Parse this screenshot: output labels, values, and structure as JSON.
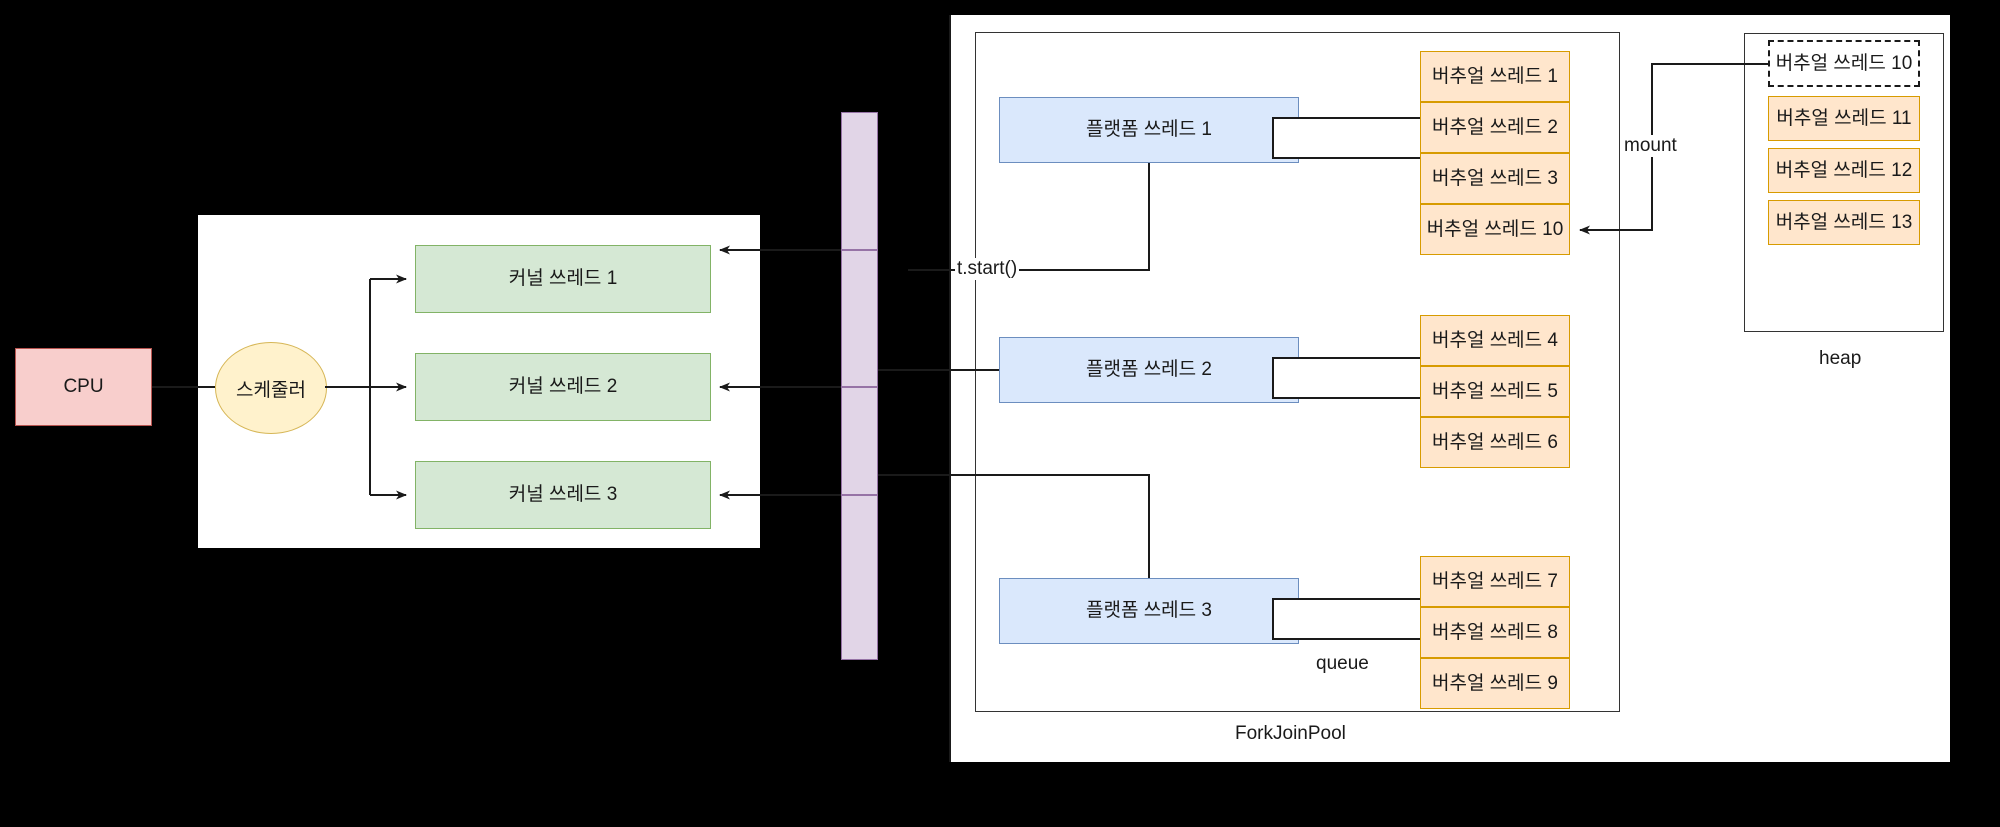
{
  "diagram": {
    "title": "Java Virtual Threads / ForkJoinPool scheduling diagram",
    "colors": {
      "cpu_fill": "#f8cecc",
      "cpu_stroke": "#b85450",
      "kernel_fill": "#d5e8d4",
      "kernel_stroke": "#82b366",
      "scheduler_fill": "#fff2cc",
      "scheduler_stroke": "#d6b656",
      "platform_fill": "#dae8fc",
      "platform_stroke": "#6c8ebf",
      "virtual_fill": "#ffe6cc",
      "virtual_stroke": "#d79b00",
      "bar_fill": "#e1d5e7",
      "bar_stroke": "#9673a6",
      "line": "#1a1a1a",
      "panel": "#ffffff",
      "background": "#000000"
    }
  },
  "cpu": {
    "label": "CPU"
  },
  "os_panel": {
    "scheduler": {
      "label": "스케줄러"
    },
    "kernel_threads": [
      {
        "label": "커널 쓰레드 1"
      },
      {
        "label": "커널 쓰레드 2"
      },
      {
        "label": "커널 쓰레드 3"
      }
    ]
  },
  "bar": {
    "segments": [
      "",
      "",
      "",
      ""
    ]
  },
  "forkjoinpool": {
    "caption": "ForkJoinPool",
    "start_label": "t.start()",
    "queue_label": "queue",
    "workers": [
      {
        "platform_thread": "플랫폼 쓰레드 1",
        "virtual_threads": [
          "버추얼 쓰레드 1",
          "버추얼 쓰레드 2",
          "버추얼 쓰레드 3",
          "버추얼 쓰레드 10"
        ]
      },
      {
        "platform_thread": "플랫폼 쓰레드 2",
        "virtual_threads": [
          "버추얼 쓰레드 4",
          "버추얼 쓰레드 5",
          "버추얼 쓰레드 6"
        ]
      },
      {
        "platform_thread": "플랫폼 쓰레드 3",
        "virtual_threads": [
          "버추얼 쓰레드 7",
          "버추얼 쓰레드 8",
          "버추얼 쓰레드 9"
        ]
      }
    ]
  },
  "heap": {
    "caption": "heap",
    "mount_label": "mount",
    "mounted_thread": "버추얼 쓰레드 10",
    "resident_threads": [
      "버추얼 쓰레드 11",
      "버추얼 쓰레드 12",
      "버추얼 쓰레드 13"
    ]
  }
}
